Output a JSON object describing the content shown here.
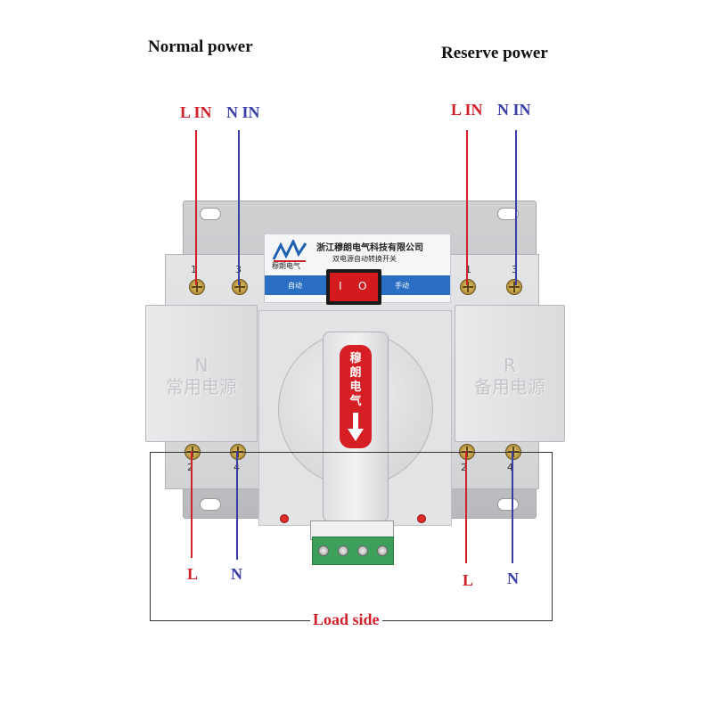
{
  "headers": {
    "normal": "Normal power",
    "reserve": "Reserve power"
  },
  "inputs": {
    "normal": {
      "l": "L IN",
      "n": "N IN"
    },
    "reserve": {
      "l": "L IN",
      "n": "N IN"
    }
  },
  "outputs": {
    "normal": {
      "l": "L",
      "n": "N"
    },
    "reserve": {
      "l": "L",
      "n": "N"
    }
  },
  "load_label": "Load side",
  "device": {
    "company": "浙江穆朗电气科技有限公司",
    "brand": "穆朗电气",
    "product": "双电源自动转换开关",
    "mode_auto": "自动",
    "mode_manual": "手动",
    "switch_marks": [
      "I",
      "O"
    ],
    "handle_text": [
      "穆",
      "朗",
      "电",
      "气"
    ],
    "module_left": {
      "letter": "N",
      "text": "常用电源"
    },
    "module_right": {
      "letter": "R",
      "text": "备用电源"
    },
    "terminals": {
      "top_left": "1",
      "top_right": "3",
      "bottom_left": "2",
      "bottom_right": "4"
    }
  },
  "colors": {
    "line": "#d0202a",
    "neutral": "#3a3fa8",
    "led": "#e32b2b",
    "rocker": "#d41a1e"
  }
}
